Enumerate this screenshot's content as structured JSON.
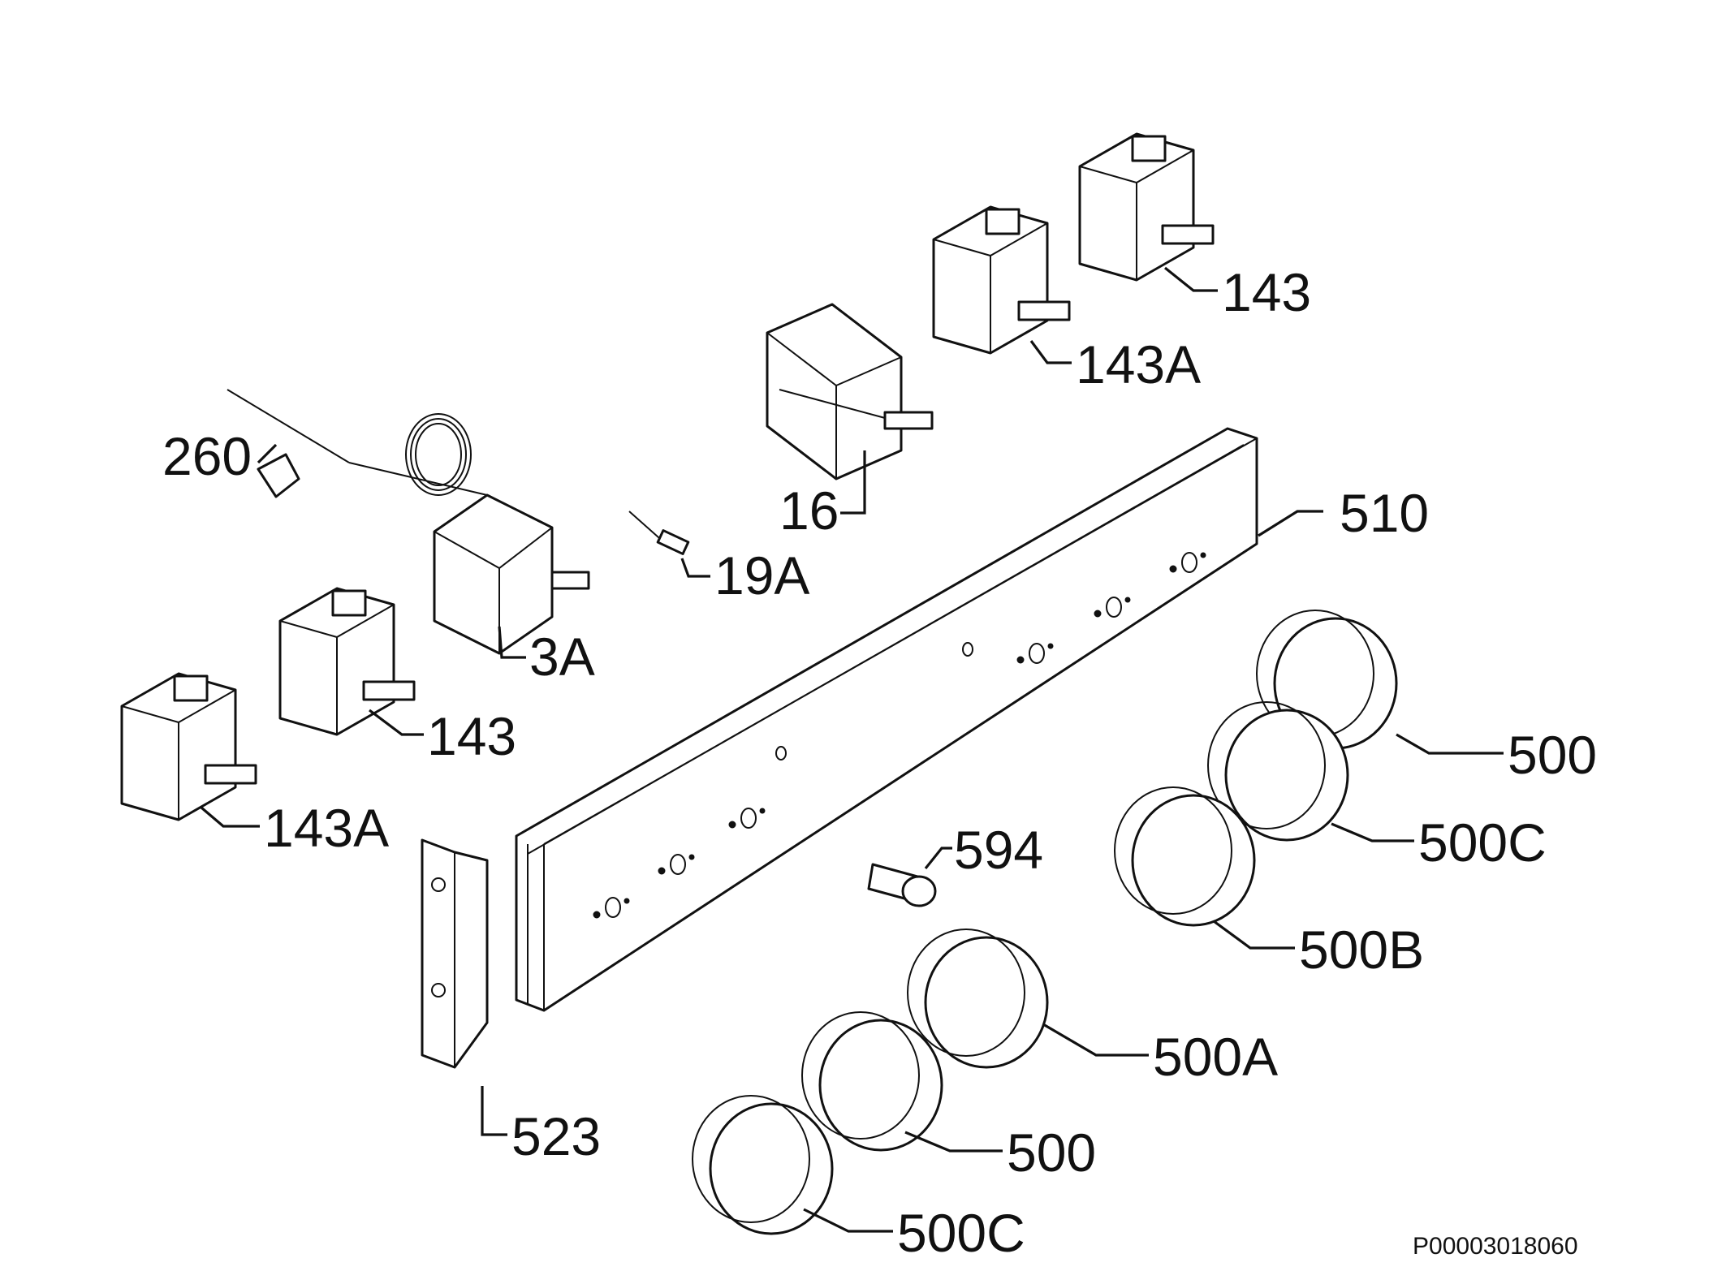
{
  "labels": {
    "l143_top": "143",
    "l143a_top": "143A",
    "l16": "16",
    "l260": "260",
    "l19a": "19A",
    "l3a": "3A",
    "l510": "510",
    "l143_mid": "143",
    "l143a_left": "143A",
    "l500_a": "500",
    "l500c_a": "500C",
    "l500b": "500B",
    "l594": "594",
    "l500a": "500A",
    "l500_b": "500",
    "l500c_b": "500C",
    "l523": "523"
  },
  "reference": "P00003018060"
}
